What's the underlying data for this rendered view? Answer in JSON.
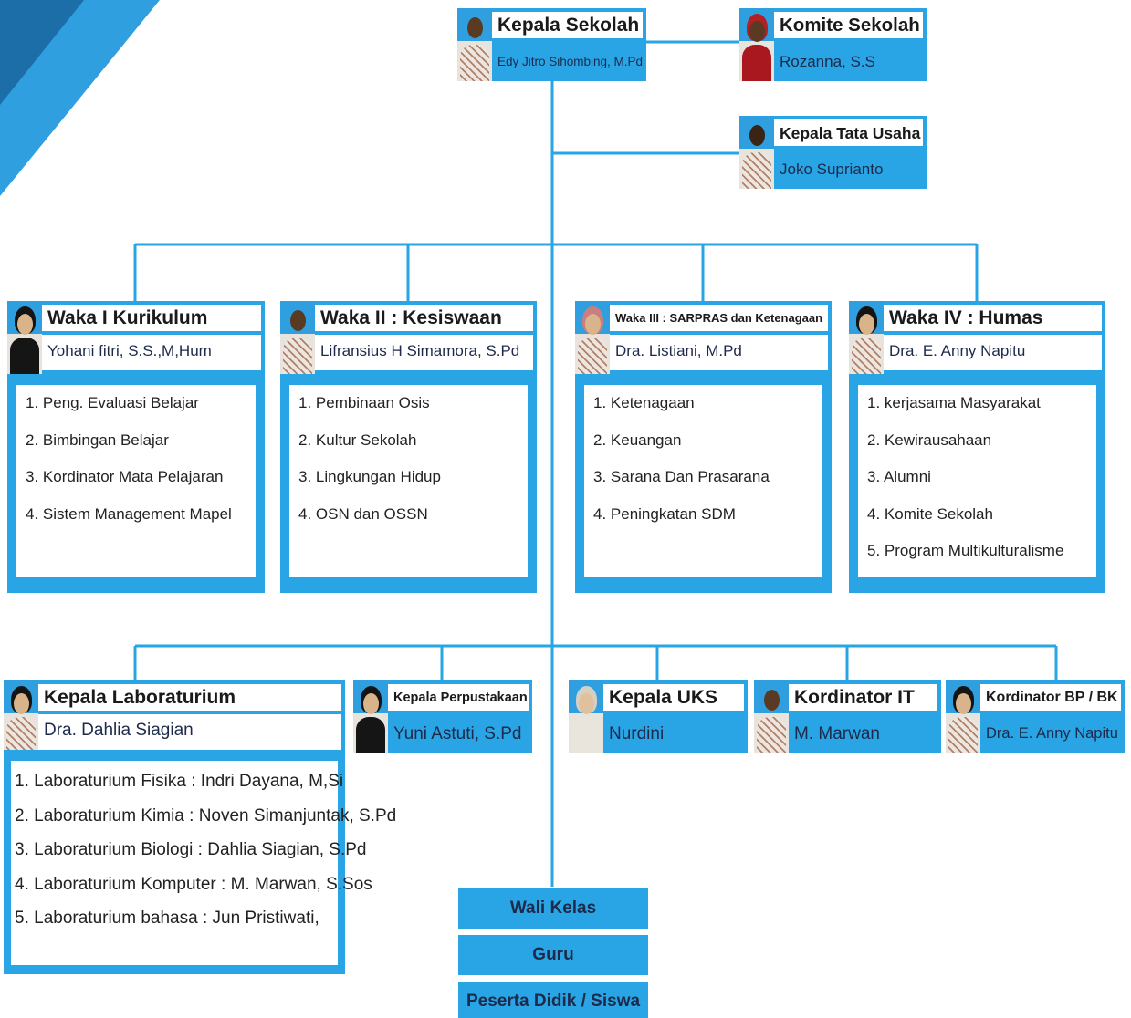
{
  "colors": {
    "accent": "#29a5e6",
    "corner": "#2f9fe0",
    "corner_dark": "#1b6ea8",
    "line": "#29a5e6"
  },
  "head": {
    "title": "Kepala Sekolah",
    "name": "Edy Jitro Sihombing, M.Pd"
  },
  "komite": {
    "title": "Komite Sekolah",
    "name": "Rozanna, S.S"
  },
  "tata_usaha": {
    "title": "Kepala Tata Usaha",
    "name": "Joko Suprianto"
  },
  "wakas": [
    {
      "title": "Waka I Kurikulum",
      "name": "Yohani fitri, S.S.,M,Hum",
      "tasks": [
        "1. Peng. Evaluasi Belajar",
        "2. Bimbingan Belajar",
        "3. Kordinator Mata Pelajaran",
        "4. Sistem Management Mapel"
      ]
    },
    {
      "title": "Waka II : Kesiswaan",
      "name": "Lifransius H Simamora, S.Pd",
      "tasks": [
        "1. Pembinaan Osis",
        "2. Kultur Sekolah",
        "3. Lingkungan Hidup",
        "4. OSN dan OSSN"
      ]
    },
    {
      "title": "Waka III : SARPRAS dan Ketenagaan",
      "name": "Dra. Listiani, M.Pd",
      "tasks": [
        "1. Ketenagaan",
        "2. Keuangan",
        "3. Sarana Dan Prasarana",
        "4. Peningkatan SDM"
      ]
    },
    {
      "title": "Waka IV : Humas",
      "name": "Dra. E. Anny Napitu",
      "tasks": [
        "1. kerjasama Masyarakat",
        "2. Kewirausahaan",
        "3. Alumni",
        "4. Komite Sekolah",
        "5. Program Multikulturalisme"
      ]
    }
  ],
  "lab": {
    "title": "Kepala Laboraturium",
    "name": "Dra. Dahlia Siagian",
    "tasks": [
      "1. Laboraturium Fisika  : Indri Dayana, M,Si",
      "2. Laboraturium Kimia : Noven Simanjuntak, S.Pd",
      "3. Laboraturium Biologi : Dahlia Siagian, S.Pd",
      "4. Laboraturium Komputer : M. Marwan, S.Sos",
      "5. Laboraturium bahasa : Jun Pristiwati,"
    ]
  },
  "perpus": {
    "title": "Kepala Perpustakaan",
    "name": "Yuni Astuti, S.Pd"
  },
  "uks": {
    "title": "Kepala UKS",
    "name": "Nurdini"
  },
  "it": {
    "title": "Kordinator IT",
    "name": "M. Marwan"
  },
  "bk": {
    "title": "Kordinator BP / BK",
    "name": "Dra. E. Anny Napitu"
  },
  "bars": [
    "Wali Kelas",
    "Guru",
    "Peserta Didik / Siswa"
  ]
}
